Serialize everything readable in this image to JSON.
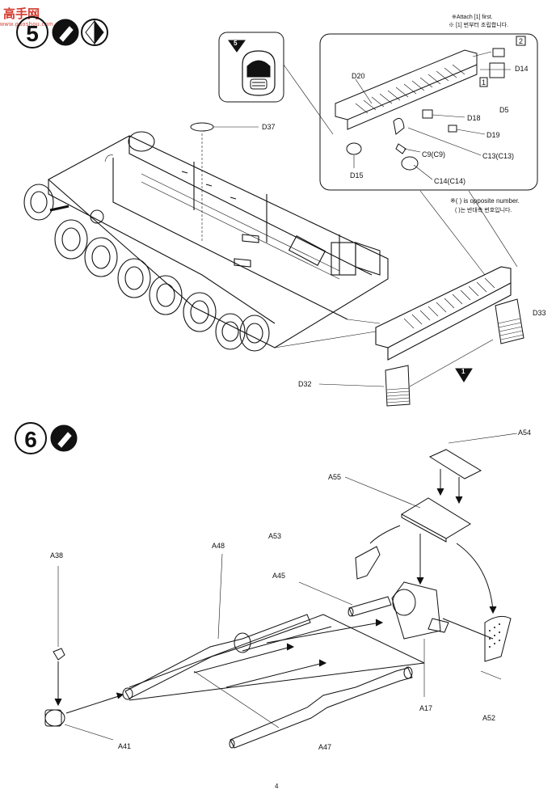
{
  "watermark": {
    "text": "高手网",
    "site": "www.gaoshou.com"
  },
  "step5": {
    "number": "5",
    "inset_badge": "5",
    "arrow_badge": "1",
    "notes": {
      "attach_first": "※Attach [1] first.",
      "attach_first_kr": "※ [1] 번부터 조립합니다.",
      "opposite": "※( ) is opposite number.",
      "opposite_kr": "( )는 반대측 번호입니다."
    },
    "sub_markers": [
      "1",
      "2"
    ],
    "labels": {
      "d14": "D14",
      "d20": "D20",
      "d5": "D5",
      "d18": "D18",
      "d19": "D19",
      "c9": "C9(C9)",
      "c13": "C13(C13)",
      "d15": "D15",
      "c14": "C14(C14)",
      "d37": "D37",
      "d33": "D33",
      "d32": "D32"
    }
  },
  "step6": {
    "number": "6",
    "labels": {
      "a54": "A54",
      "a55": "A55",
      "a53": "A53",
      "a45": "A45",
      "a48": "A48",
      "a38": "A38",
      "a17": "A17",
      "a52": "A52",
      "a41": "A41",
      "a47": "A47"
    }
  },
  "footer": {
    "page": "4"
  }
}
